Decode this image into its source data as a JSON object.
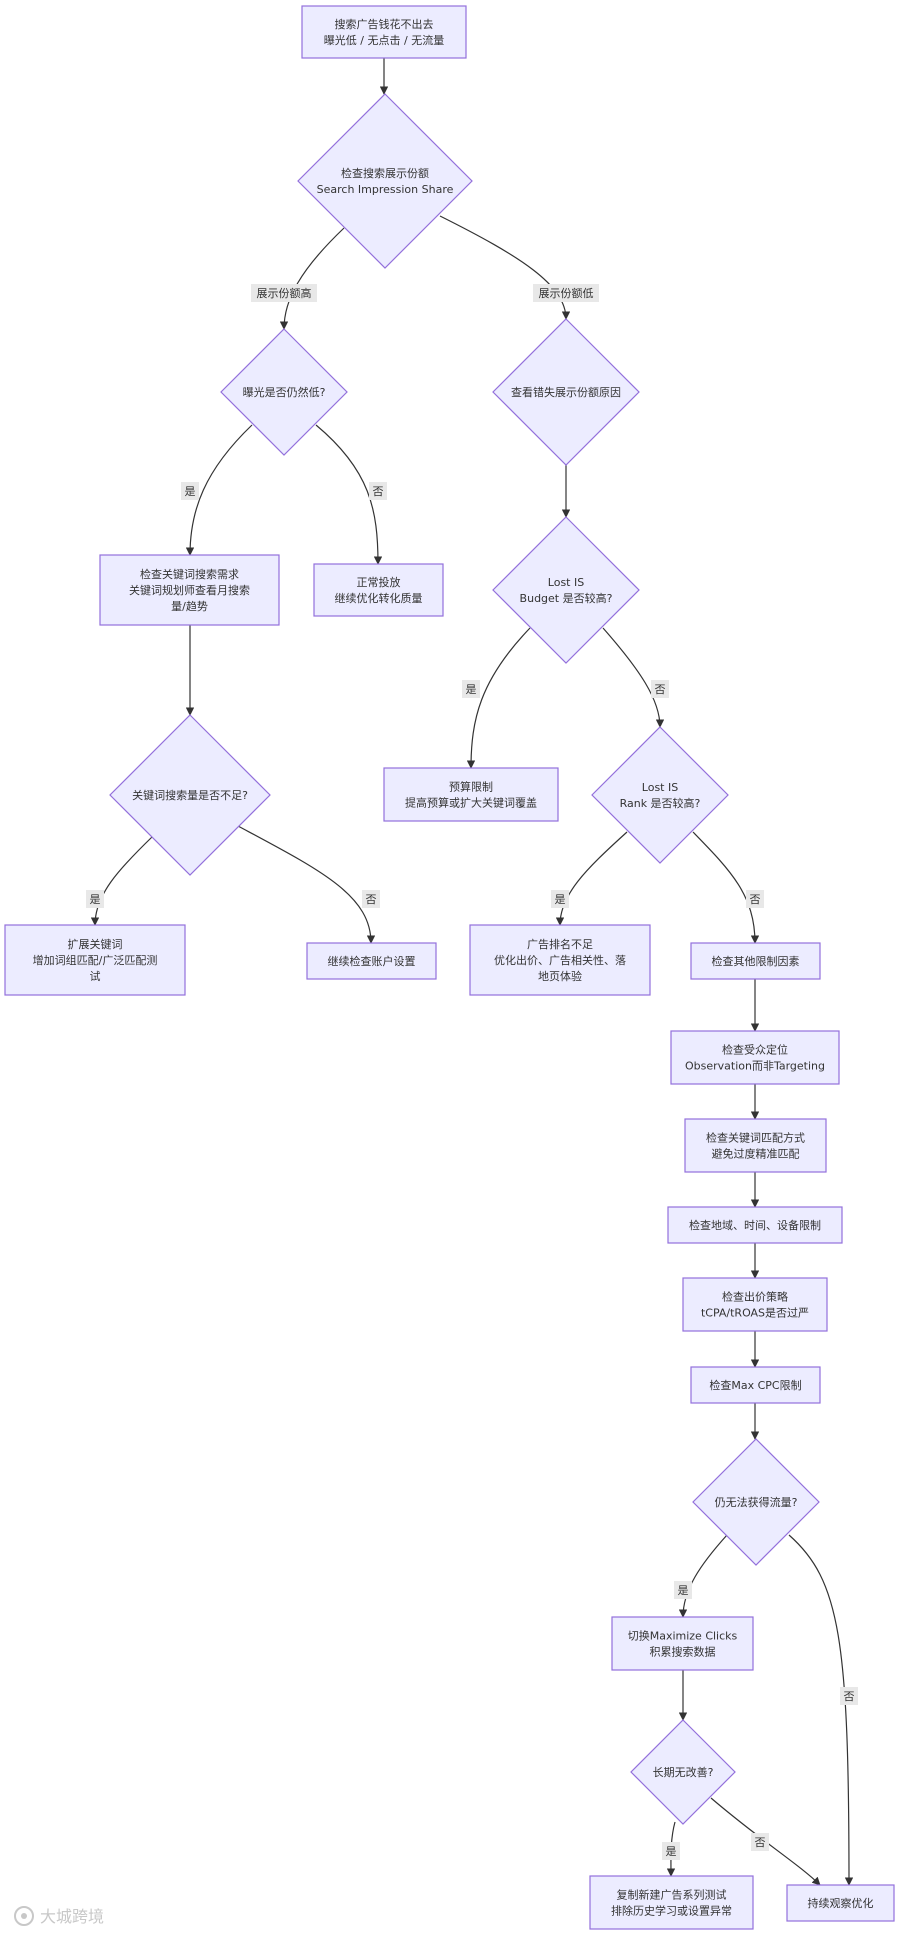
{
  "nodes": {
    "n1": {
      "lines": [
        "搜索广告钱花不出去",
        "曝光低 / 无点击 / 无流量"
      ]
    },
    "n2": {
      "lines": [
        "检查搜索展示份额",
        "Search Impression Share"
      ]
    },
    "n3": {
      "lines": [
        "曝光是否仍然低?"
      ]
    },
    "n4": {
      "lines": [
        "查看错失展示份额原因"
      ]
    },
    "n5": {
      "lines": [
        "检查关键词搜索需求",
        "关键词规划师查看月搜索",
        "量/趋势"
      ]
    },
    "n6": {
      "lines": [
        "正常投放",
        "继续优化转化质量"
      ]
    },
    "n7": {
      "lines": [
        "Lost IS",
        "Budget 是否较高?"
      ]
    },
    "n8": {
      "lines": [
        "关键词搜索量是否不足?"
      ]
    },
    "n9": {
      "lines": [
        "预算限制",
        "提高预算或扩大关键词覆盖"
      ]
    },
    "n10": {
      "lines": [
        "Lost IS",
        "Rank 是否较高?"
      ]
    },
    "n11": {
      "lines": [
        "扩展关键词",
        "增加词组匹配/广泛匹配测",
        "试"
      ]
    },
    "n12": {
      "lines": [
        "继续检查账户设置"
      ]
    },
    "n13": {
      "lines": [
        "广告排名不足",
        "优化出价、广告相关性、落",
        "地页体验"
      ]
    },
    "n14": {
      "lines": [
        "检查其他限制因素"
      ]
    },
    "n15": {
      "lines": [
        "检查受众定位",
        "Observation而非Targeting"
      ]
    },
    "n16": {
      "lines": [
        "检查关键词匹配方式",
        "避免过度精准匹配"
      ]
    },
    "n17": {
      "lines": [
        "检查地域、时间、设备限制"
      ]
    },
    "n18": {
      "lines": [
        "检查出价策略",
        "tCPA/tROAS是否过严"
      ]
    },
    "n19": {
      "lines": [
        "检查Max CPC限制"
      ]
    },
    "n20": {
      "lines": [
        "仍无法获得流量?"
      ]
    },
    "n21": {
      "lines": [
        "切换Maximize Clicks",
        "积累搜索数据"
      ]
    },
    "n22": {
      "lines": [
        "长期无改善?"
      ]
    },
    "n23": {
      "lines": [
        "复制新建广告系列测试",
        "排除历史学习或设置异常"
      ]
    },
    "n24": {
      "lines": [
        "持续观察优化"
      ]
    }
  },
  "edges": {
    "e2_3": "展示份额高",
    "e2_4": "展示份额低",
    "e3_5": "是",
    "e3_6": "否",
    "e7_9": "是",
    "e7_10": "否",
    "e8_11": "是",
    "e8_12": "否",
    "e10_13": "是",
    "e10_14": "否",
    "e20_21": "是",
    "e20_24": "否",
    "e22_23": "是",
    "e22_24": "否"
  },
  "watermark": "大城跨境",
  "colors": {
    "node_fill": "#ECECFF",
    "node_stroke": "#9370DB",
    "edge": "#333333",
    "edge_label_bg": "#e8e8e8"
  }
}
